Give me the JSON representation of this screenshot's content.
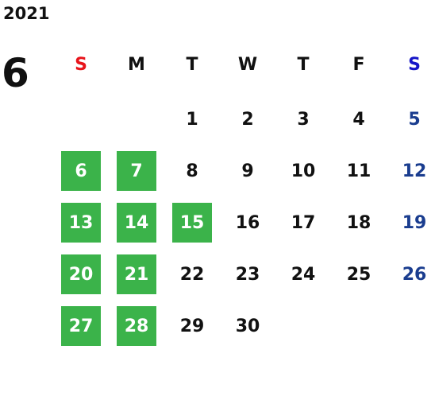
{
  "calendar": {
    "year": "2021",
    "month": "6",
    "weekdays": [
      "S",
      "M",
      "T",
      "W",
      "T",
      "F",
      "S"
    ],
    "weeks": [
      [
        {
          "d": ""
        },
        {
          "d": ""
        },
        {
          "d": "1"
        },
        {
          "d": "2"
        },
        {
          "d": "3"
        },
        {
          "d": "4"
        },
        {
          "d": "5"
        }
      ],
      [
        {
          "d": "6",
          "hl": true
        },
        {
          "d": "7",
          "hl": true
        },
        {
          "d": "8"
        },
        {
          "d": "9"
        },
        {
          "d": "10"
        },
        {
          "d": "11"
        },
        {
          "d": "12"
        }
      ],
      [
        {
          "d": "13",
          "hl": true
        },
        {
          "d": "14",
          "hl": true
        },
        {
          "d": "15",
          "hl": true
        },
        {
          "d": "16"
        },
        {
          "d": "17"
        },
        {
          "d": "18"
        },
        {
          "d": "19"
        }
      ],
      [
        {
          "d": "20",
          "hl": true
        },
        {
          "d": "21",
          "hl": true
        },
        {
          "d": "22"
        },
        {
          "d": "23"
        },
        {
          "d": "24"
        },
        {
          "d": "25"
        },
        {
          "d": "26"
        }
      ],
      [
        {
          "d": "27",
          "hl": true
        },
        {
          "d": "28",
          "hl": true
        },
        {
          "d": "29"
        },
        {
          "d": "30"
        },
        {
          "d": ""
        },
        {
          "d": ""
        },
        {
          "d": ""
        }
      ]
    ]
  },
  "colors": {
    "highlight": "#3bb34a",
    "sunday_header": "#e8141b",
    "saturday_header": "#1616c8",
    "saturday_dates": "#1a3d8f"
  }
}
